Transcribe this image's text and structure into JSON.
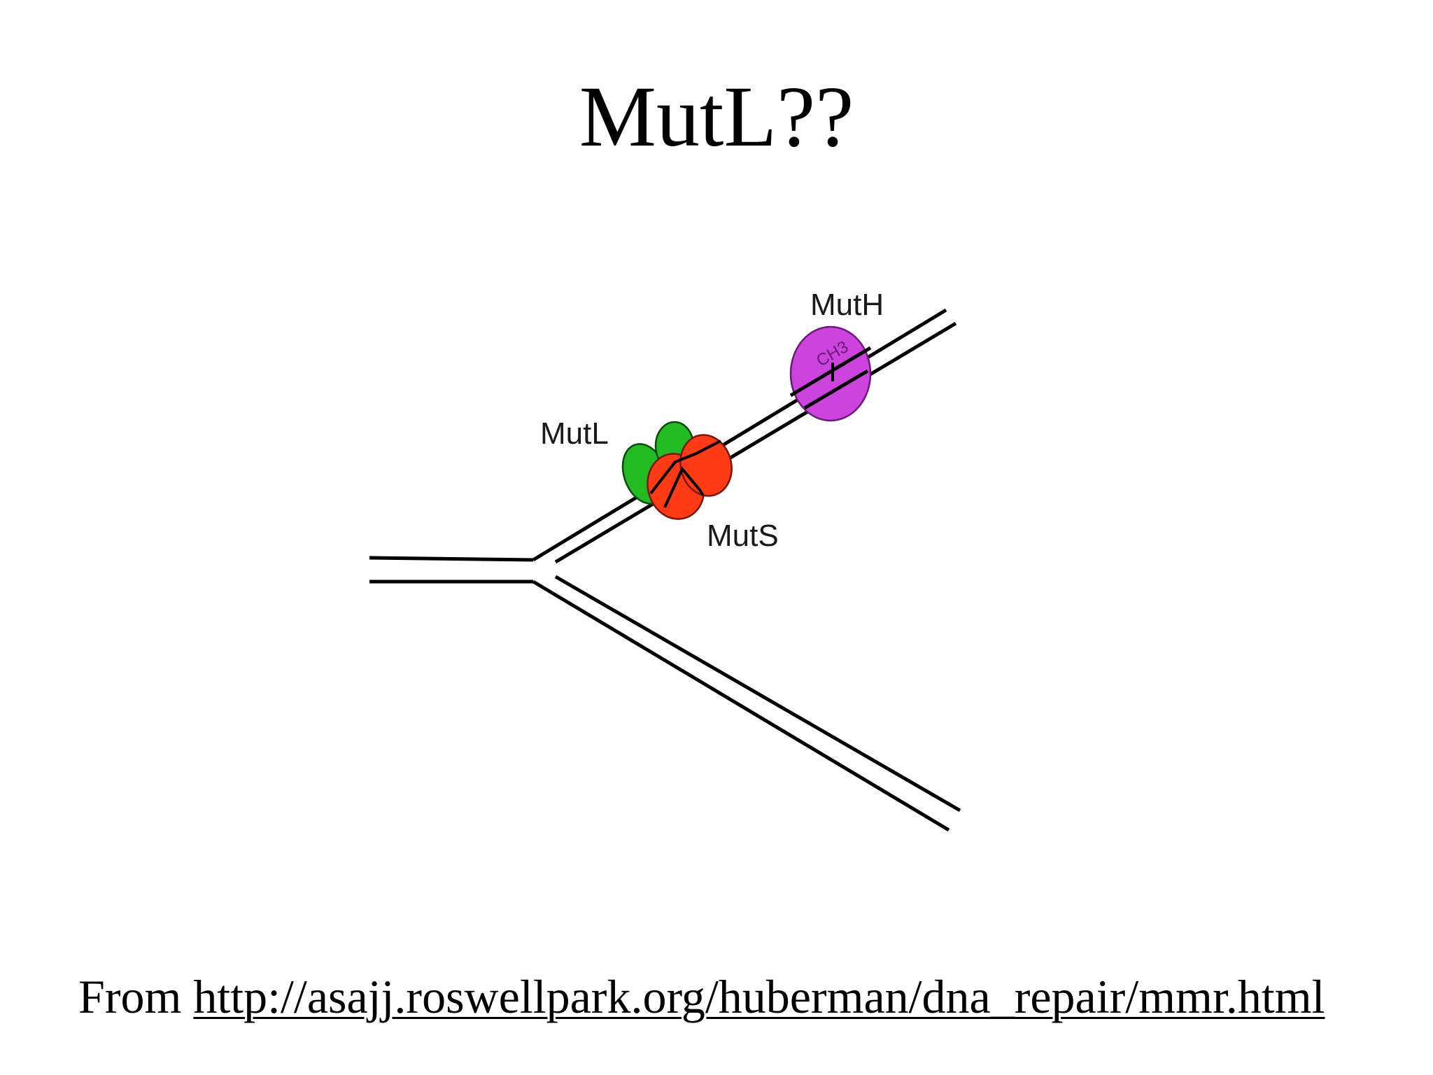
{
  "slide": {
    "title": "MutL??"
  },
  "diagram": {
    "labels": {
      "muth": "MutH",
      "mutl": "MutL",
      "muts": "MutS",
      "methyl": "CH3"
    },
    "colors": {
      "muth": "#cc44dd",
      "mutl": "#22bb22",
      "muts": "#ff3a14",
      "dna": "#000000"
    }
  },
  "footer": {
    "prefix": "From ",
    "link": "http://asajj.roswellpark.org/huberman/dna_repair/mmr.html"
  }
}
